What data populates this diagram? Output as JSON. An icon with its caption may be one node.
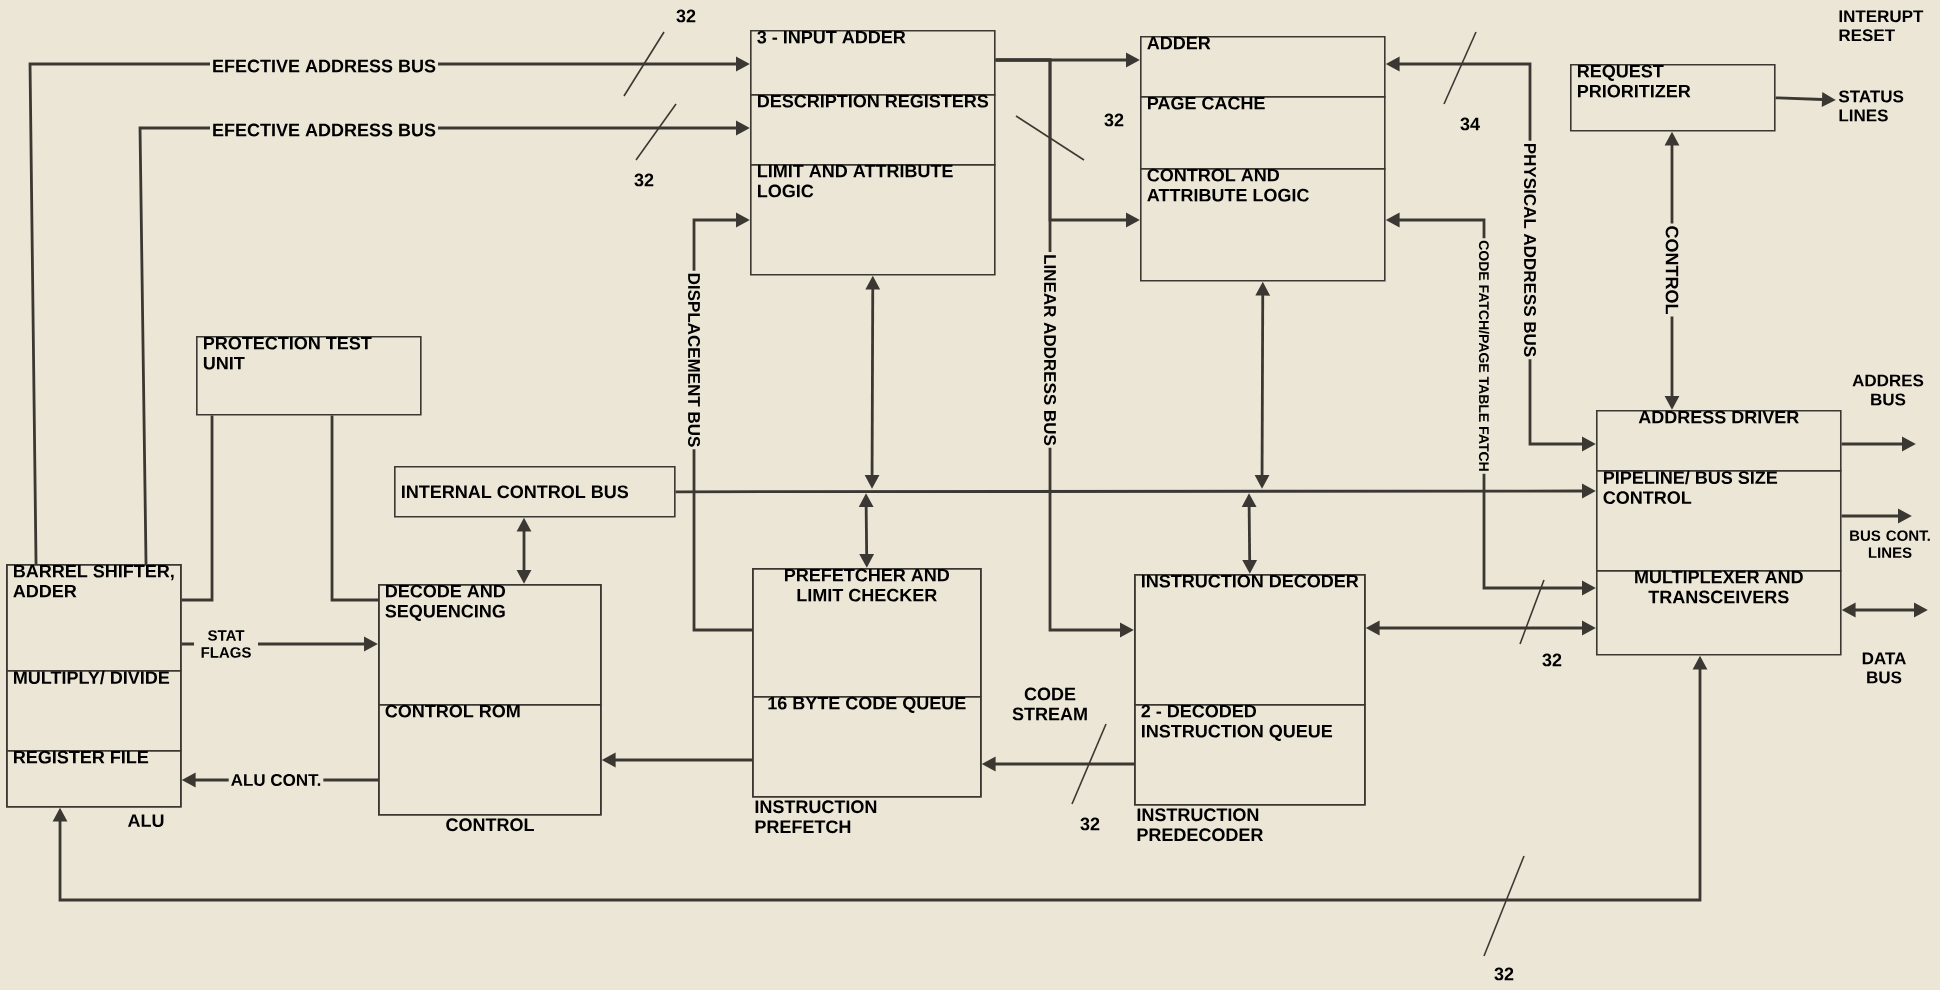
{
  "diagram": {
    "nodes": [
      {
        "text": [
          "ALU"
        ]
      },
      {
        "text": [
          "BARREL SHIFTER, ADDER"
        ],
        "in": 0
      },
      {
        "text": [
          "MULTIPLY/ DIVIDE"
        ],
        "in": 0
      },
      {
        "text": [
          "REGISTER FILE"
        ],
        "in": 0
      },
      {
        "text": [
          "PROTECTION TEST UNIT"
        ]
      },
      {
        "text": [
          "CONTROL"
        ]
      },
      {
        "text": [
          "DECODE AND SEQUENCING"
        ],
        "in": 5
      },
      {
        "text": [
          "CONTROL ROM"
        ],
        "in": 5
      },
      {
        "text": [
          "INTERNAL CONTROL BUS"
        ]
      },
      {
        "text": [
          "3 - INPUT ADDER"
        ]
      },
      {
        "text": [
          "DESCRIPTION REGISTERS"
        ]
      },
      {
        "text": [
          "LIMIT AND ATTRIBUTE LOGIC"
        ]
      },
      {
        "text": [
          "ADDER"
        ]
      },
      {
        "text": [
          "PAGE CACHE"
        ]
      },
      {
        "text": [
          "CONTROL AND ATTRIBUTE LOGIC"
        ]
      },
      {
        "text": [
          "REQUEST PRIORITIZER"
        ]
      },
      {
        "text": [
          "ADDRESS DRIVER"
        ]
      },
      {
        "text": [
          "PIPELINE/ BUS SIZE CONTROL"
        ]
      },
      {
        "text": [
          "MULTIPLEXER AND TRANSCEIVERS"
        ]
      },
      {
        "text": [
          "INSTRUCTION PREFETCH"
        ]
      },
      {
        "text": [
          "PREFETCHER AND LIMIT CHECKER"
        ],
        "in": 19
      },
      {
        "text": [
          "16 BYTE CODE QUEUE"
        ],
        "in": 19
      },
      {
        "text": [
          "INSTRUCTION PREDECODER"
        ]
      },
      {
        "text": [
          "INSTRUCTION DECODER"
        ],
        "in": 22
      },
      {
        "text": [
          "2 - DECODED INSTRUCTION QUEUE"
        ],
        "in": 22
      },
      {
        "text": [
          "STATUS LINES"
        ]
      }
    ],
    "edges": [
      {
        "from": 1,
        "to": 9,
        "arrow": "to",
        "label": "EFECTIVE ADDRESS BUS"
      },
      {
        "from": 1,
        "to": 10,
        "arrow": "to",
        "label": "EFECTIVE ADDRESS BUS"
      },
      {
        "from": 4,
        "to": 1,
        "arrow": "none"
      },
      {
        "from": 4,
        "to": 6,
        "arrow": "none"
      },
      {
        "from": 1,
        "to": 6,
        "arrow": "to",
        "label": "STAT FLAGS"
      },
      {
        "from": 7,
        "to": 3,
        "arrow": "to",
        "label": "ALU CONT."
      },
      {
        "from": 8,
        "to": 6,
        "arrow": "both"
      },
      {
        "from": 20,
        "to": 11,
        "arrow": "to",
        "label": "DISPLACEMENT BUS"
      },
      {
        "from": null,
        "to": 11,
        "arrow": "both"
      },
      {
        "from": null,
        "to": 20,
        "arrow": "both"
      },
      {
        "from": 21,
        "to": 7,
        "arrow": "to"
      },
      {
        "from": 9,
        "to": 12,
        "arrow": "to"
      },
      {
        "from": 9,
        "to": 14,
        "arrow": "to"
      },
      {
        "from": 9,
        "to": 23,
        "arrow": "to",
        "label": "LINEAR ADDRESS BUS"
      },
      {
        "from": 24,
        "to": 21,
        "arrow": "to",
        "label": "CODE STREAM"
      },
      {
        "from": null,
        "to": 14,
        "arrow": "both"
      },
      {
        "from": null,
        "to": 23,
        "arrow": "both"
      },
      {
        "from": 12,
        "to": 16,
        "arrow": "both",
        "label": "PHYSICAL ADDRESS BUS"
      },
      {
        "from": 18,
        "to": 14,
        "arrow": "both",
        "label": "CODE FATCH/PAGE TABLE FATCH"
      },
      {
        "from": 18,
        "to": 23,
        "arrow": "both"
      },
      {
        "from": 15,
        "to": 16,
        "arrow": "both",
        "label": "CONTROL"
      },
      {
        "from": 15,
        "to": 25,
        "arrow": "to"
      },
      {
        "from": 16,
        "to": null,
        "arrow": "to",
        "label": "ADDRES BUS"
      },
      {
        "from": 17,
        "to": null,
        "arrow": "to",
        "label": "BUS CONT. LINES"
      },
      {
        "from": 18,
        "to": null,
        "arrow": "both",
        "label": "DATA BUS"
      },
      {
        "from": 18,
        "to": 3,
        "arrow": "both"
      },
      {
        "from": 8,
        "to": 17,
        "arrow": "to"
      }
    ],
    "labels": [
      "32",
      "INTERUPT RESET",
      "32",
      "34",
      "32",
      "32",
      "32",
      "32"
    ]
  }
}
